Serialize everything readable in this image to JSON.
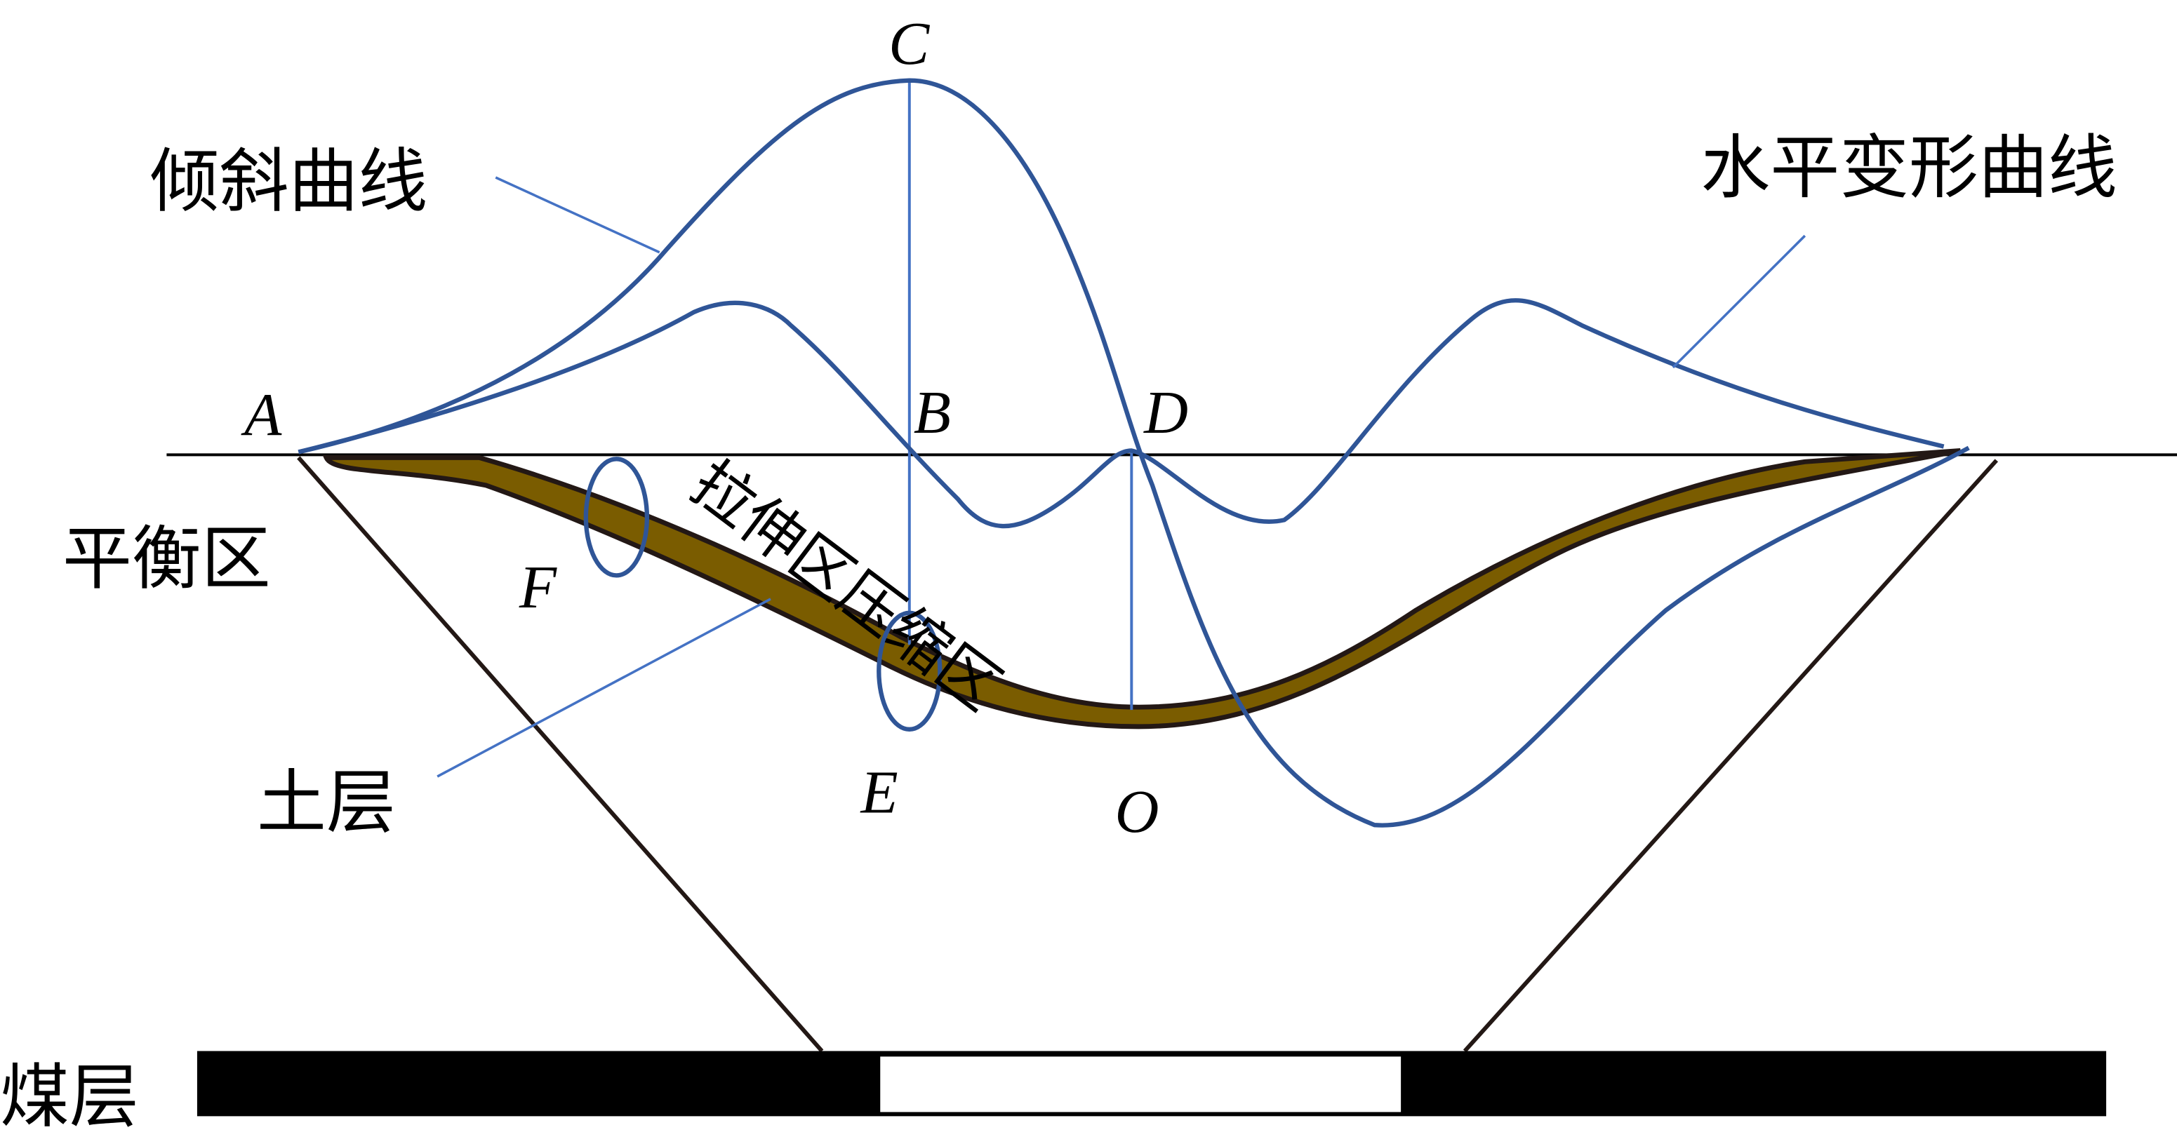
{
  "labels": {
    "tilt_curve": "倾斜曲线",
    "horizontal_deformation_curve": "水平变形曲线",
    "balance_zone": "平衡区",
    "soil_layer": "土层",
    "coal_seam": "煤层",
    "tension_compression_zone": "拉伸区压缩区"
  },
  "points": {
    "A": "A",
    "B": "B",
    "C": "C",
    "D": "D",
    "E": "E",
    "F": "F",
    "O": "O"
  },
  "colors": {
    "curve": "#2f5597",
    "leader": "#4472c4",
    "soil": "#7a5c00",
    "outline": "#231815"
  }
}
